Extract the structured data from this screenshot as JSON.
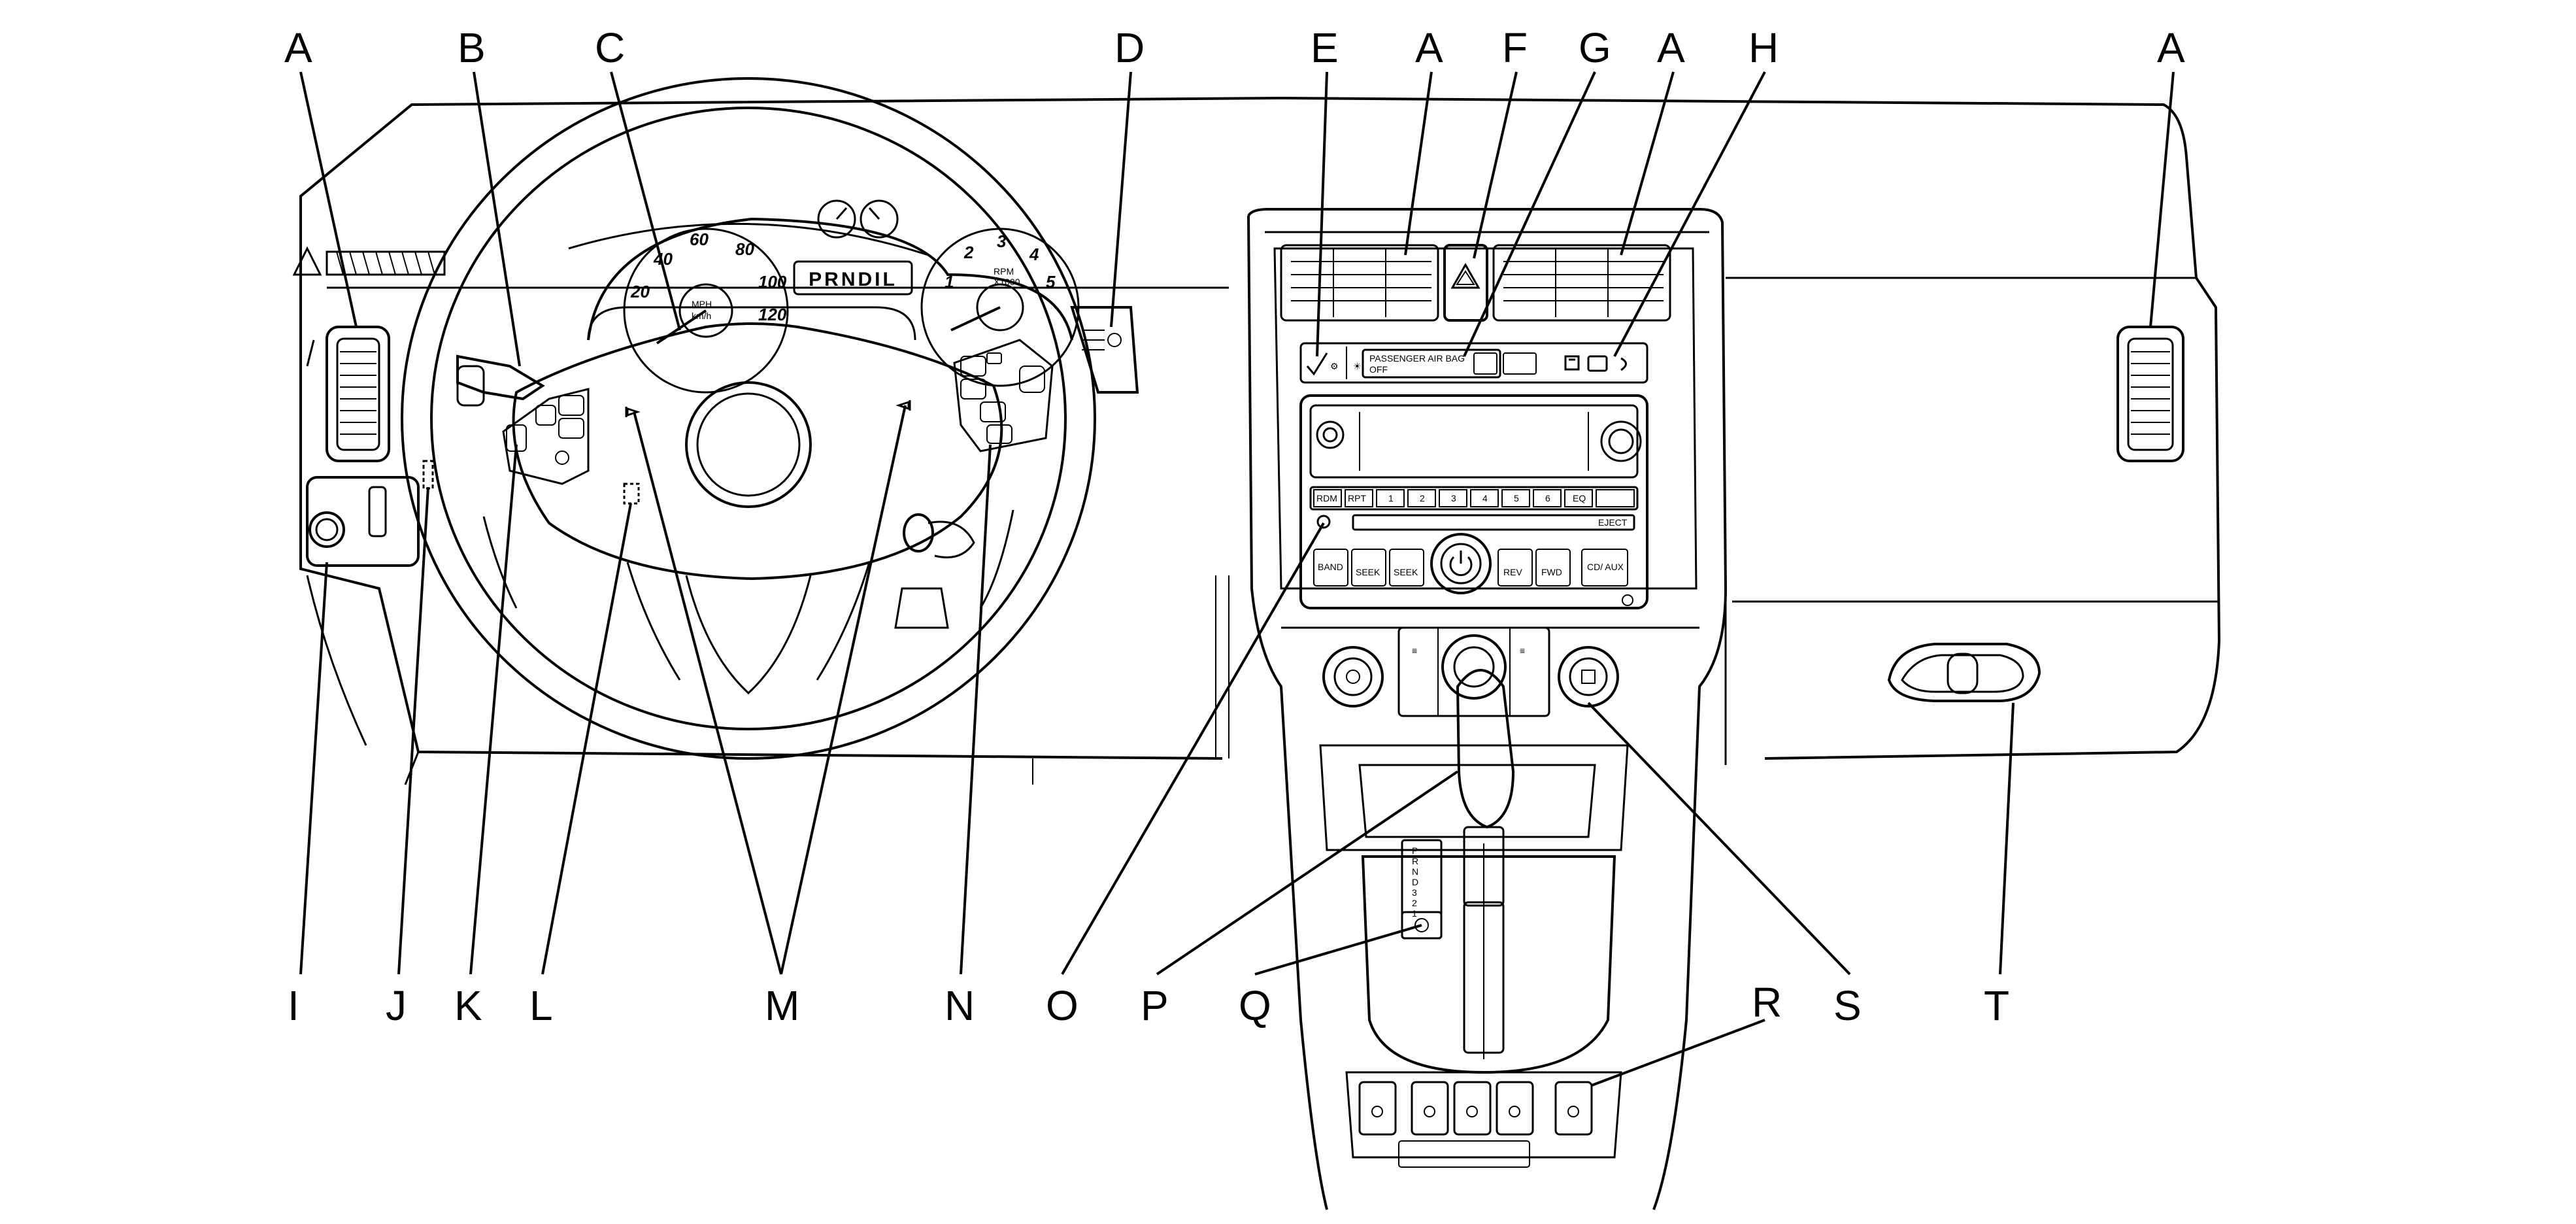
{
  "labels_top": [
    "A",
    "B",
    "C",
    "D",
    "E",
    "A",
    "F",
    "G",
    "A",
    "H",
    "A"
  ],
  "labels_bottom": [
    "I",
    "J",
    "K",
    "L",
    "M",
    "N",
    "O",
    "P",
    "Q",
    "R",
    "S",
    "T"
  ],
  "cluster": {
    "gear_display": "PRNDIL",
    "speed_unit": "MPH",
    "speed_unit_alt": "km/h",
    "tach_unit": "RPM",
    "tach_scale": "X1000",
    "speed_numbers": [
      "20",
      "40",
      "60",
      "80",
      "100",
      "120"
    ],
    "tach_numbers": [
      "1",
      "2",
      "3",
      "4",
      "5"
    ]
  },
  "airbag_label": "PASSENGER AIR BAG",
  "airbag_status": "OFF",
  "radio": {
    "preset_buttons": [
      "RDM",
      "RPT",
      "1",
      "2",
      "3",
      "4",
      "5",
      "6",
      "EQ"
    ],
    "eject": "EJECT",
    "bottom_buttons": [
      "BAND",
      "SEEK",
      "SEEK",
      "REV",
      "FWD",
      "CD/ AUX"
    ]
  },
  "shifter_gates": [
    "P",
    "R",
    "N",
    "D",
    "3",
    "2",
    "1"
  ]
}
